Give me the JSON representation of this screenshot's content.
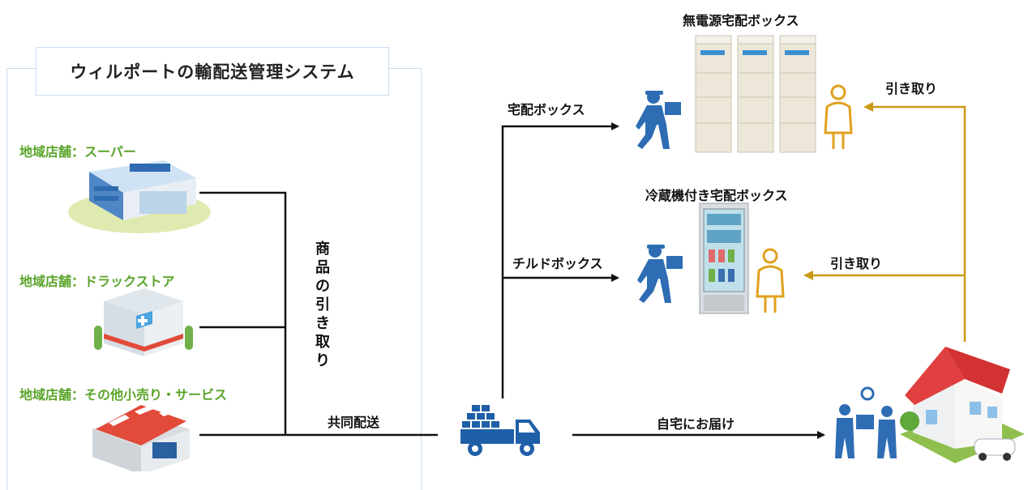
{
  "system_title": "ウィルポートの輸配送管理システム",
  "stores": [
    {
      "label": "地域店舗：スーパー",
      "icon": "supermarket-icon"
    },
    {
      "label": "地域店舗：ドラックストア",
      "icon": "drugstore-icon"
    },
    {
      "label": "地域店舗：その他小売り・サービス",
      "icon": "shop-icon"
    }
  ],
  "pickup_goods_vertical": [
    "商",
    "品",
    "の",
    "引",
    "き",
    "取",
    "り"
  ],
  "joint_delivery": "共同配送",
  "routes": {
    "delivery_box": "宅配ボックス",
    "chilled_box": "チルドボックス",
    "home_delivery": "自宅にお届け"
  },
  "boxes": {
    "unpowered_title": "無電源宅配ボックス",
    "refrigerated_title": "冷蔵機付き宅配ボックス"
  },
  "pickup_top": "引き取り",
  "pickup_middle": "引き取り",
  "colors": {
    "black_line": "#111111",
    "gold_line": "#c99a16",
    "green_label": "#5aa42a",
    "frame": "#c9dcee",
    "truck": "#1f5fa8",
    "courier": "#2e6db4",
    "customer": "#e0a01e"
  }
}
